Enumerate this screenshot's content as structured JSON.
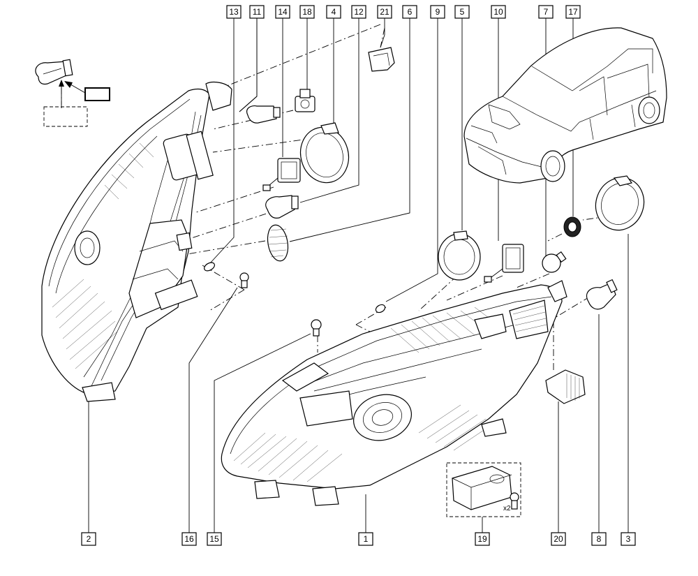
{
  "callouts_top": [
    "13",
    "11",
    "14",
    "18",
    "4",
    "12",
    "21",
    "6",
    "9",
    "5",
    "10",
    "7",
    "17"
  ],
  "callouts_bottom": [
    "2",
    "16",
    "15",
    "1",
    "19",
    "20",
    "8",
    "3"
  ],
  "kit_quantity": "x2"
}
